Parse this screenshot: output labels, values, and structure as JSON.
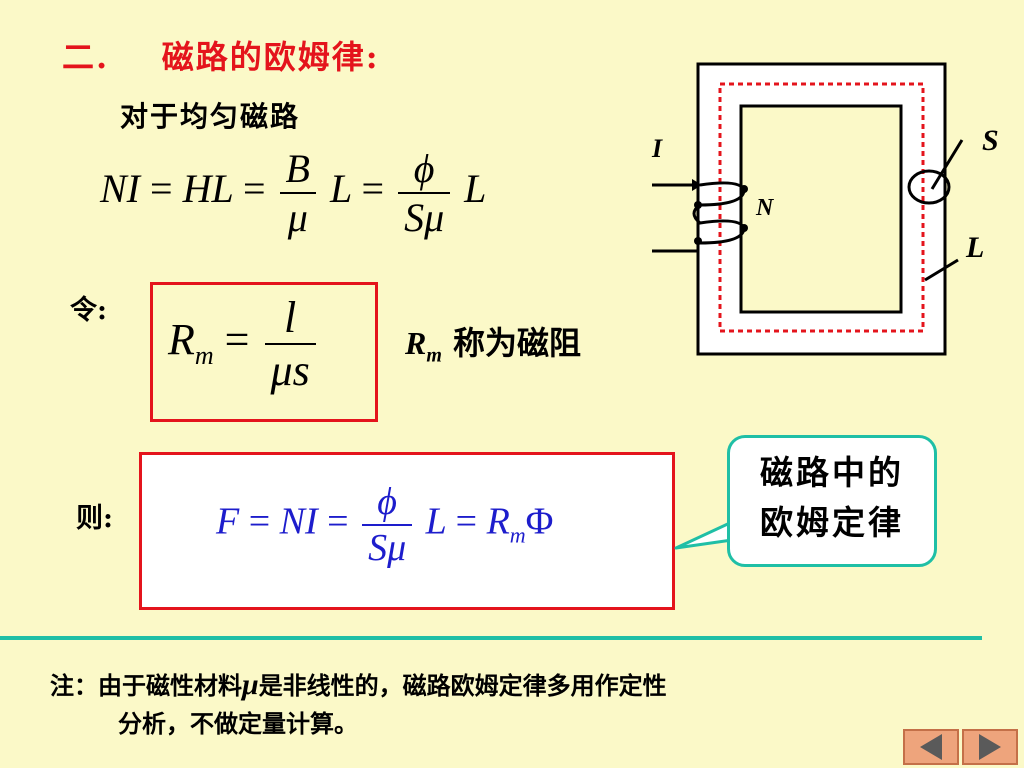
{
  "heading": {
    "number": "二.",
    "title": "磁路的欧姆律:"
  },
  "intro": "对于均匀磁路",
  "equation1": {
    "lhs": "NI",
    "eq": "=",
    "t1": "HL",
    "f1_num": "B",
    "f1_den": "μ",
    "t2": "L",
    "f2_num": "ϕ",
    "f2_den": "Sμ",
    "t3": "L"
  },
  "let_label": "令:",
  "equation2": {
    "lhs": "R",
    "sub": "m",
    "eq": "=",
    "num": "l",
    "den": "μs"
  },
  "rm_caption": {
    "symbol": "R",
    "sub": "m",
    "text": "称为磁阻"
  },
  "then_label": "则:",
  "equation3": {
    "lhs": "F",
    "eq": "=",
    "t1": "NI",
    "num": "ϕ",
    "den": "Sμ",
    "t2": "L",
    "t3": "R",
    "sub": "m",
    "t4": "Φ"
  },
  "callout": {
    "line1": "磁路中的",
    "line2": "欧姆定律"
  },
  "diagram": {
    "label_I": "I",
    "label_N": "N",
    "label_S": "S",
    "label_L": "L"
  },
  "note": {
    "line1_prefix": "注：由于磁性材料",
    "mu": "μ",
    "line1_suffix": "是非线性的，磁路欧姆定律多用作定性",
    "line2": "分析，不做定量计算。"
  },
  "colors": {
    "accent_red": "#e4141c",
    "teal": "#1fbfa6",
    "formula_blue": "#1d1dcc",
    "background": "#fbf9c8"
  },
  "nav": {
    "prev_icon": "triangle-left",
    "next_icon": "triangle-right"
  }
}
